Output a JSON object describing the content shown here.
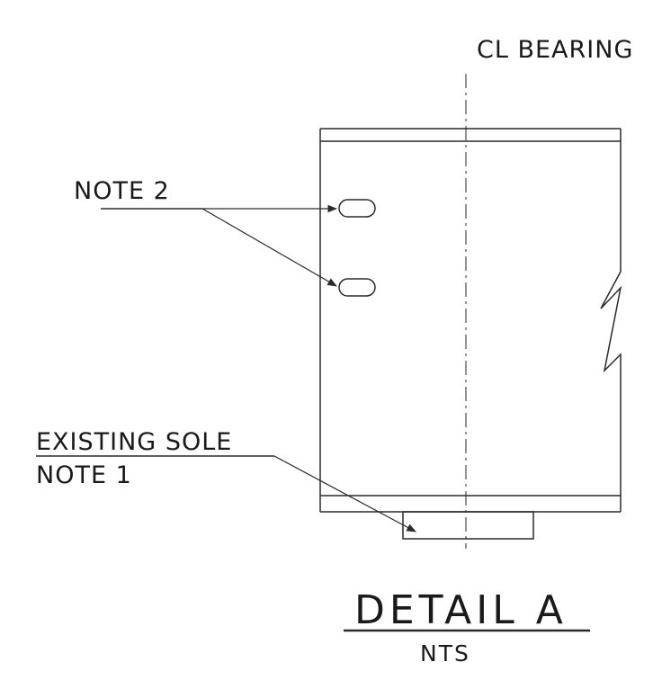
{
  "labels": {
    "centerline": "CL BEARING",
    "note2": "NOTE 2",
    "existing_sole": "EXISTING SOLE",
    "note1": "NOTE 1"
  },
  "title": {
    "main": "DETAIL A",
    "scale": "NTS"
  },
  "colors": {
    "ink": "#2a2a2a",
    "background": "#ffffff"
  }
}
